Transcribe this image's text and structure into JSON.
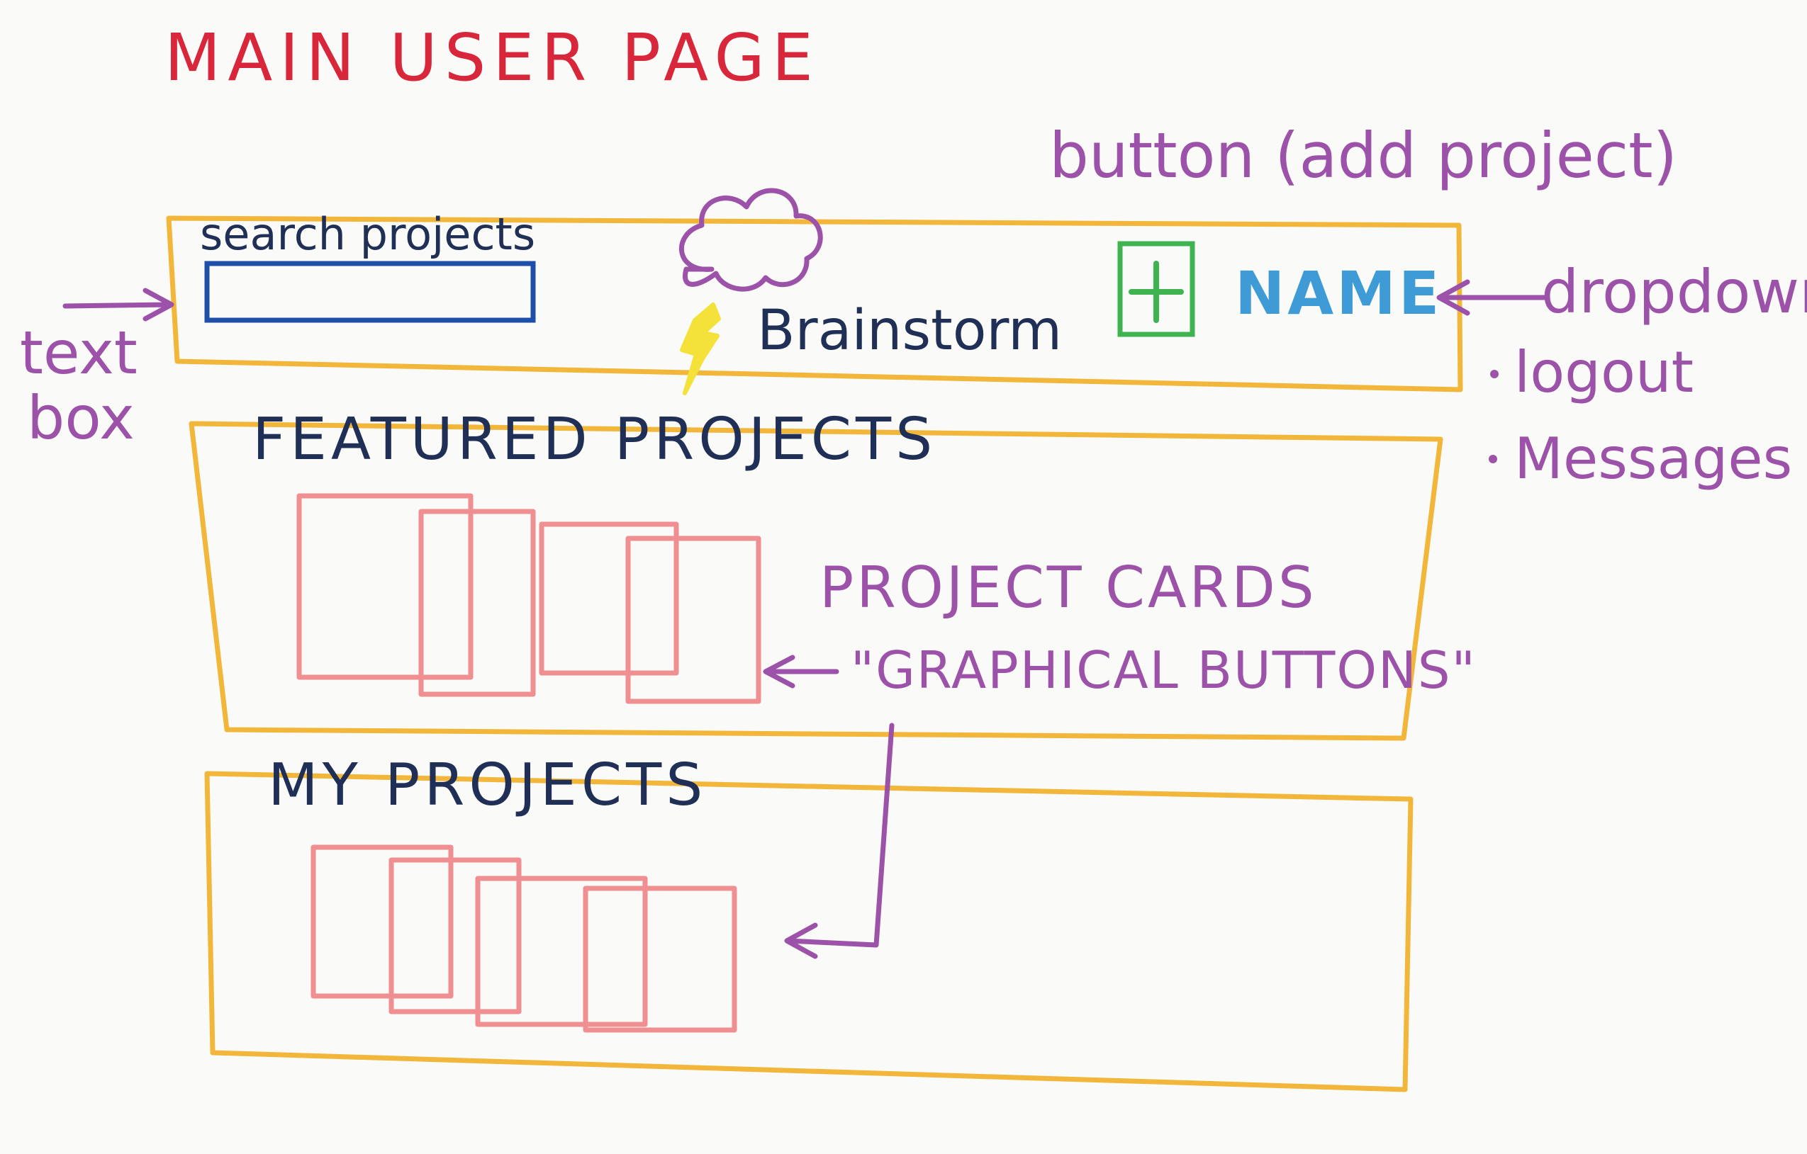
{
  "page_title": "MAIN USER PAGE",
  "header": {
    "search_label": "search projects",
    "search_placeholder": "",
    "brand": "Brainstorm",
    "user_name": "NAME"
  },
  "annotations": {
    "text_box": [
      "text",
      "box"
    ],
    "add_button": "button (add project)",
    "dropdown": "dropdown",
    "dropdown_items": [
      "logout",
      "Messages"
    ],
    "project_cards": "PROJECT CARDS",
    "graphical_buttons": "\"GRAPHICAL BUTTONS\""
  },
  "sections": {
    "featured_title": "FEATURED PROJECTS",
    "mine_title": "MY PROJECTS"
  },
  "colors": {
    "title": "#d8263a",
    "annotation": "#9b52a8",
    "frame": "#f2b73a",
    "card": "#ef8f92",
    "search_box": "#1d4fa8",
    "add_button": "#3fb34f",
    "name": "#3f9bd6",
    "cloud": "#9b52a8",
    "lightning": "#f4e13a",
    "section_text": "#1f2f55"
  },
  "icons": [
    "cloud-icon",
    "lightning-icon",
    "plus-icon",
    "arrow-icon"
  ]
}
